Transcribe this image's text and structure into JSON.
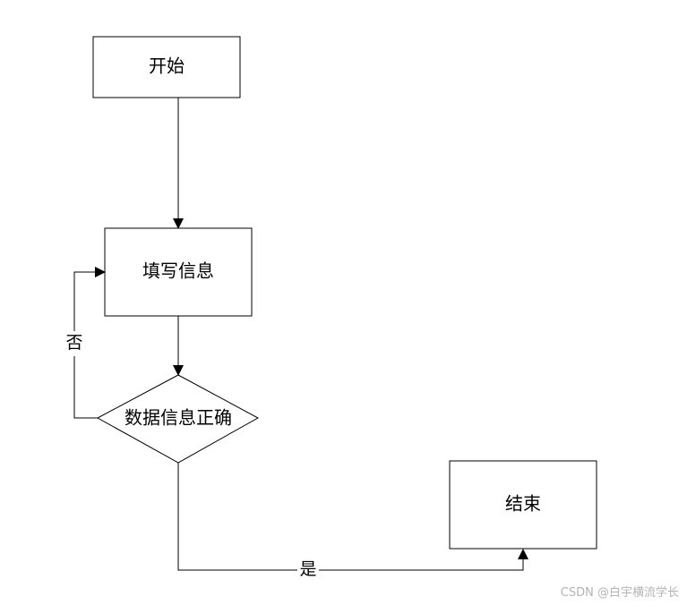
{
  "nodes": {
    "start": "开始",
    "fill_info": "填写信息",
    "decision": "数据信息正确",
    "end": "结束"
  },
  "edges": {
    "no_label": "否",
    "yes_label": "是"
  },
  "watermark": "CSDN @白宇横流学长",
  "colors": {
    "stroke": "#000000",
    "background": "#ffffff",
    "watermark": "#b4b4b4"
  }
}
